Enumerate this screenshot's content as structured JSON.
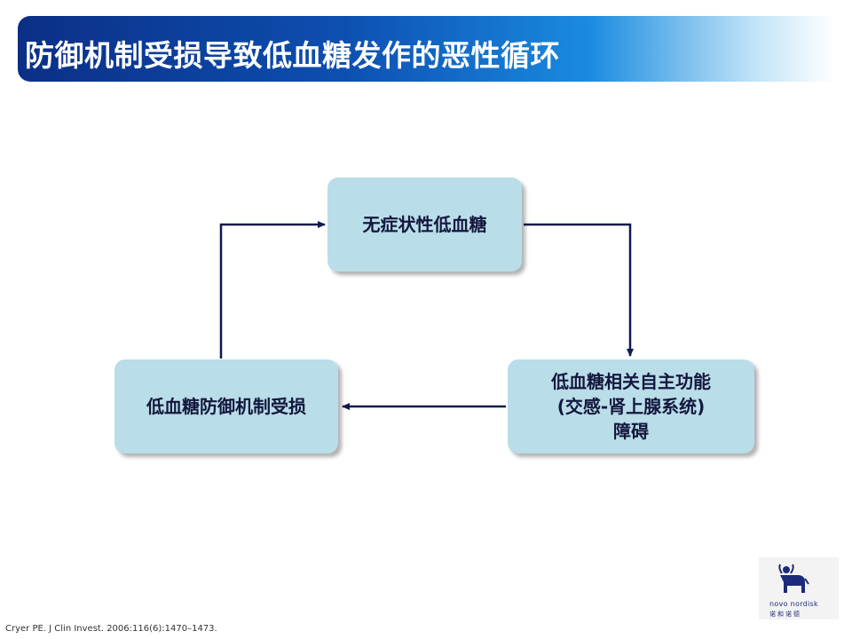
{
  "slide": {
    "title": "防御机制受损导致低血糖发作的恶性循环",
    "citation": "Cryer PE. J Clin Invest. 2006:116(6):1470–1473."
  },
  "diagram": {
    "nodes": {
      "top": "无症状性低血糖",
      "right_line1": "低血糖相关自主功能",
      "right_line2": "(交感-肾上腺系统)",
      "right_line3": "障碍",
      "left": "低血糖防御机制受损"
    }
  },
  "logo": {
    "wordmark": "novo nordisk",
    "chinese": "诺和诺德",
    "icon": "bull-icon"
  },
  "colors": {
    "title_gradient_start": "#0b2f86",
    "node_fill": "#b9dde9",
    "arrow": "#0e1a4e",
    "node_text": "#14173d"
  }
}
